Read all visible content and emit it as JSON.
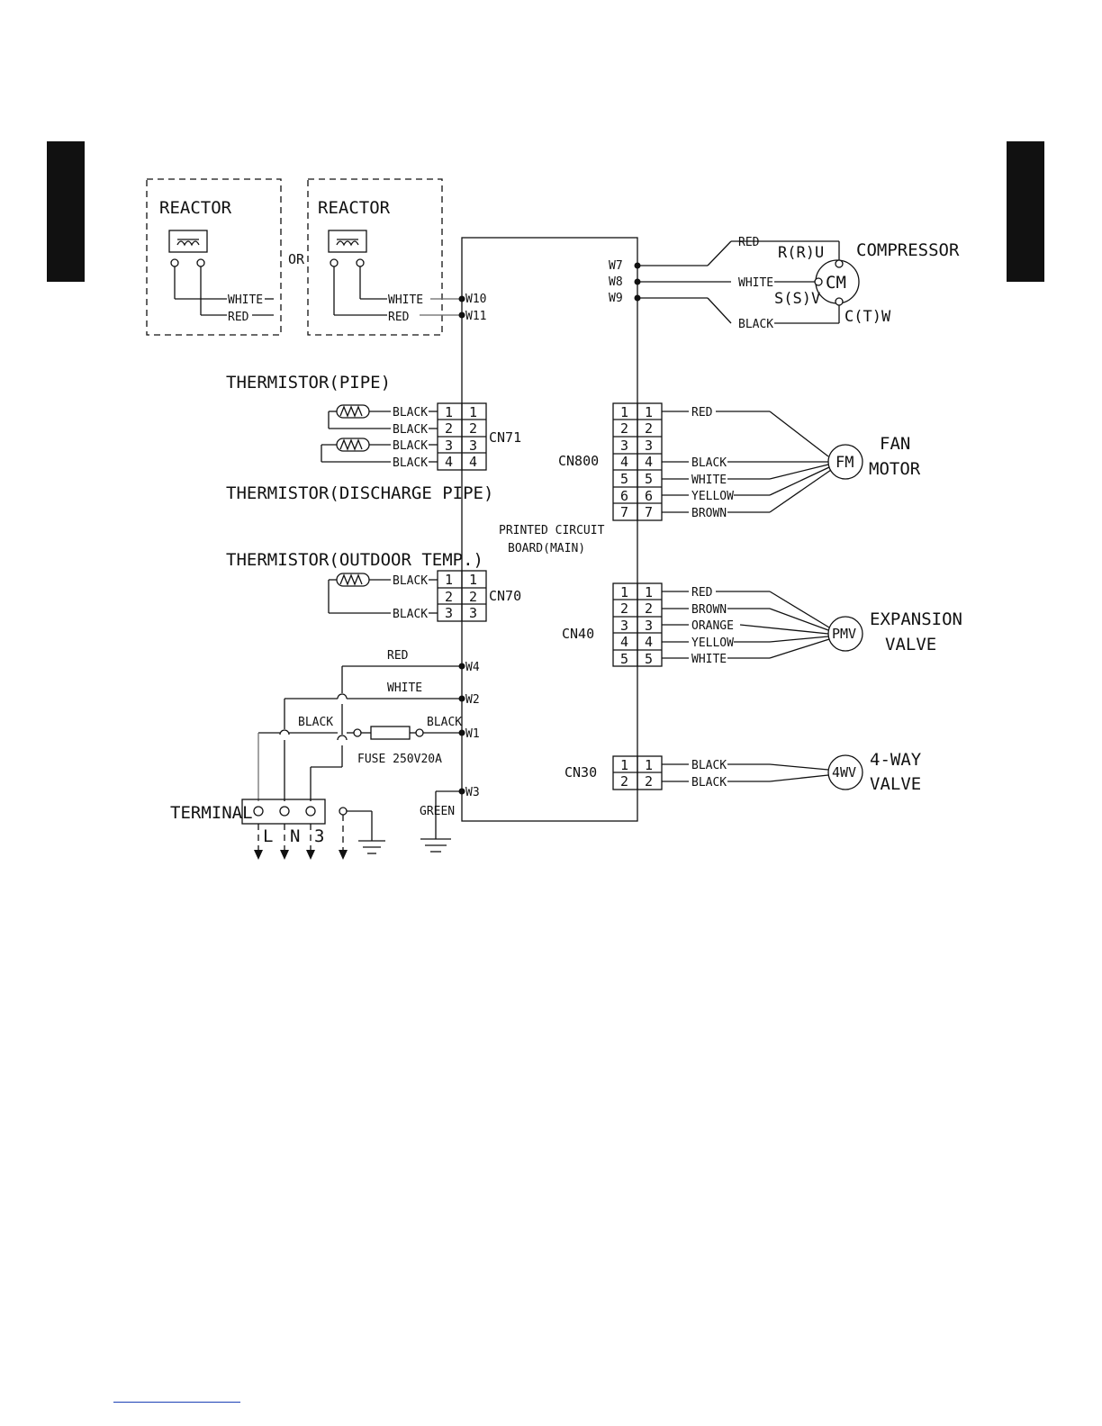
{
  "reactor": {
    "title_a": "REACTOR",
    "title_b": "REACTOR",
    "or": "OR",
    "white": "WHITE",
    "red": "RED"
  },
  "board": {
    "title_l1": "PRINTED CIRCUIT",
    "title_l2": "BOARD(MAIN)"
  },
  "pins": {
    "w7": "W7",
    "w8": "W8",
    "w9": "W9",
    "w10": "W10",
    "w11": "W11",
    "w4": "W4",
    "w2": "W2",
    "w1": "W1",
    "w3": "W3"
  },
  "compressor": {
    "label": "COMPRESSOR",
    "symbol": "CM",
    "red": "RED",
    "white": "WHITE",
    "black": "BLACK",
    "r": "R(R)U",
    "s": "S(S)V",
    "c": "C(T)W"
  },
  "thermistor": {
    "pipe": "THERMISTOR(PIPE)",
    "discharge": "THERMISTOR(DISCHARGE PIPE)",
    "outdoor": "THERMISTOR(OUTDOOR TEMP.)"
  },
  "cn71": {
    "label": "CN71",
    "pins": [
      "1",
      "2",
      "3",
      "4"
    ],
    "wires": [
      "BLACK",
      "BLACK",
      "BLACK",
      "BLACK"
    ]
  },
  "cn70": {
    "label": "CN70",
    "pins": [
      "1",
      "2",
      "3"
    ],
    "wires": [
      "BLACK",
      "",
      "BLACK"
    ]
  },
  "cn800": {
    "label": "CN800",
    "pins": [
      "1",
      "2",
      "3",
      "4",
      "5",
      "6",
      "7"
    ],
    "wires": [
      "RED",
      "",
      "",
      "BLACK",
      "WHITE",
      "YELLOW",
      "BROWN"
    ]
  },
  "cn40": {
    "label": "CN40",
    "pins": [
      "1",
      "2",
      "3",
      "4",
      "5"
    ],
    "wires": [
      "RED",
      "BROWN",
      "ORANGE",
      "YELLOW",
      "WHITE"
    ]
  },
  "cn30": {
    "label": "CN30",
    "pins": [
      "1",
      "2"
    ],
    "wires": [
      "BLACK",
      "BLACK"
    ]
  },
  "fan_motor": {
    "symbol": "FM",
    "label_l1": "FAN",
    "label_l2": "MOTOR"
  },
  "expansion_valve": {
    "symbol": "PMV",
    "label_l1": "EXPANSION",
    "label_l2": "VALVE"
  },
  "four_way_valve": {
    "symbol": "4WV",
    "label_l1": "4-WAY",
    "label_l2": "VALVE"
  },
  "power": {
    "red": "RED",
    "white": "WHITE",
    "black_left": "BLACK",
    "black_right": "BLACK",
    "fuse": "FUSE 250V20A",
    "green": "GREEN",
    "terminal": "TERMINAL",
    "t_l": "L",
    "t_n": "N",
    "t_3": "3"
  }
}
